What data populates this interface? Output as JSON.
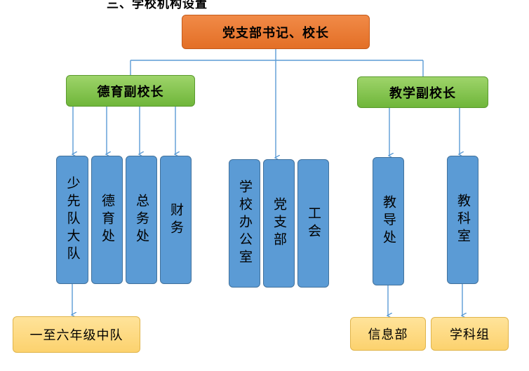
{
  "heading": "三、学校机构设置",
  "top_node": "党支部书记、校长",
  "deputies": {
    "moral": "德育副校长",
    "teaching": "教学副校长"
  },
  "departments": {
    "young_pioneers": "少先队大队",
    "moral_office": "德育处",
    "general_affairs": "总务处",
    "finance": "财务",
    "school_office": "学校办公室",
    "party_branch": "党支部",
    "trade_union": "工会",
    "teaching_office": "教导处",
    "research_office": "教科室"
  },
  "sub_units": {
    "grade_squadrons": "一至六年级中队",
    "information_dept": "信息部",
    "subject_groups": "学科组"
  },
  "colors": {
    "top": "#e87a33",
    "deputy": "#8bc756",
    "department": "#5b9bd5",
    "sub_unit": "#fdd97f",
    "connector": "#5b9bd5"
  }
}
